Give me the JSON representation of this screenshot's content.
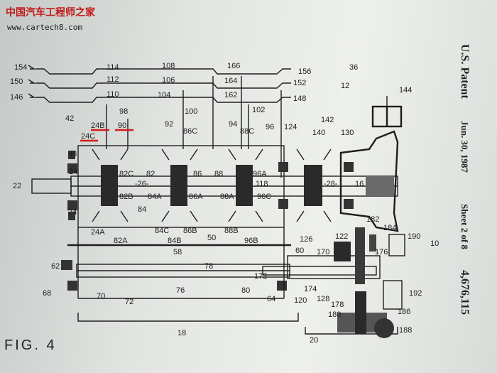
{
  "watermark": {
    "site_cn": "中国汽车工程师之家",
    "site_url": "www.cartech8.com"
  },
  "header": {
    "patent": "U.S. Patent",
    "date": "Jun. 30, 1987",
    "sheet": "Sheet 2 of 8",
    "number": "4,676,115"
  },
  "figure": {
    "caption": "FIG. 4"
  },
  "labels": {
    "l154": "154",
    "l150": "150",
    "l146": "146",
    "l114": "114",
    "l112": "112",
    "l110": "110",
    "l108": "108",
    "l106": "106",
    "l104": "104",
    "l166": "166",
    "l164": "164",
    "l162": "162",
    "l156": "156",
    "l152": "152",
    "l148": "148",
    "l36": "36",
    "l12": "12",
    "l144": "144",
    "l42": "42",
    "l98": "98",
    "l24B": "24B",
    "l90": "90",
    "l24C": "24C",
    "l48": "48",
    "l100": "100",
    "l92": "92",
    "l86C": "86C",
    "l94": "94",
    "l102": "102",
    "l96": "96",
    "l88C": "88C",
    "l142": "142",
    "l124": "124",
    "l140": "140",
    "l130": "130",
    "l22": "22",
    "l24": "24",
    "l82C": "82C",
    "l82": "82",
    "l26": "-26-",
    "l86": "86",
    "l88": "88",
    "l96A": "96A",
    "l118": "118",
    "l28": "-28-",
    "l16": "16",
    "l82B": "82B",
    "l84A": "84A",
    "l86A": "86A",
    "l88A": "88A",
    "l96C": "96C",
    "l84": "84",
    "l24A": "24A",
    "l84C": "84C",
    "l86B": "86B",
    "l50": "50",
    "l88B": "88B",
    "l82A": "82A",
    "l84B": "84B",
    "l96B": "96B",
    "l126": "126",
    "l58": "58",
    "l60": "60",
    "l170": "170",
    "l122": "122",
    "l182": "182",
    "l184": "184",
    "l190": "190",
    "l10": "10",
    "l176": "176",
    "l62": "62",
    "l78": "78",
    "l172": "172",
    "l68": "68",
    "l70": "70",
    "l72": "72",
    "l76": "76",
    "l80": "80",
    "l64": "64",
    "l174": "174",
    "l128": "128",
    "l192": "192",
    "l120": "120",
    "l178": "178",
    "l186": "186",
    "l180": "180",
    "l188": "188",
    "l18": "18",
    "l20": "20"
  },
  "icons": {
    "gear": "gear-icon",
    "bearing": "bearing-icon",
    "clutch": "clutch-icon"
  }
}
